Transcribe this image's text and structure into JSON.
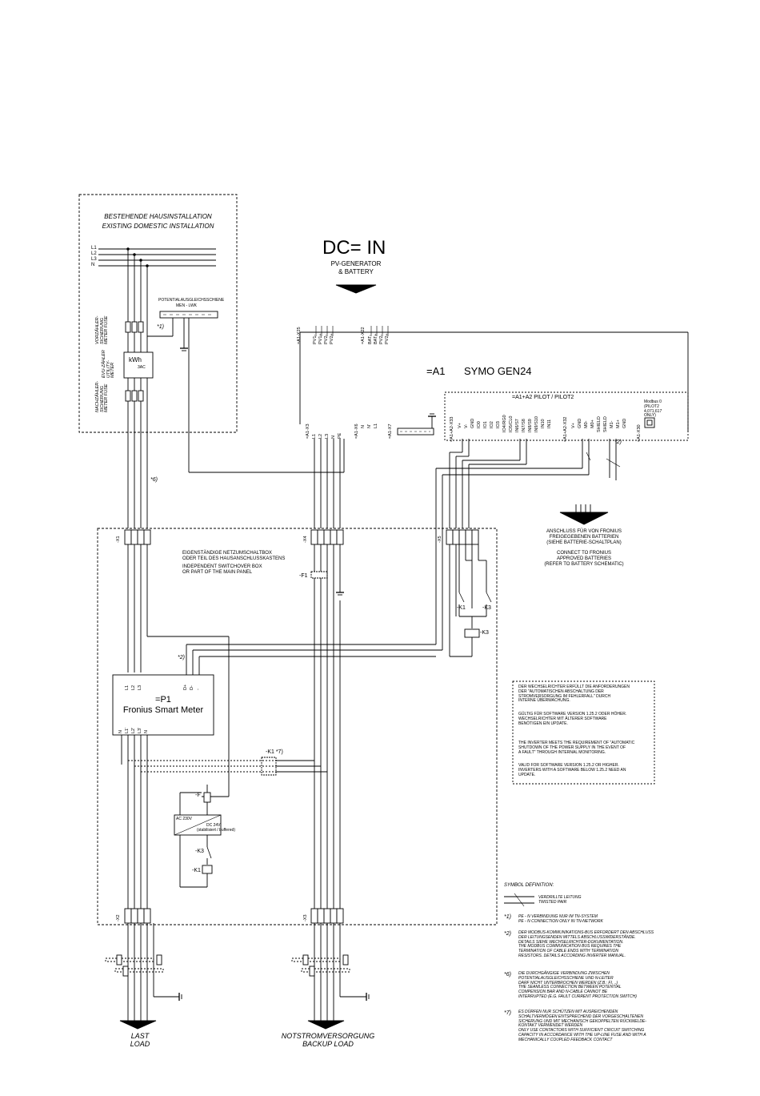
{
  "domestic": {
    "title_de": "BESTEHENDE HAUSINSTALLATION",
    "title_en": "EXISTING DOMESTIC INSTALLATION",
    "phases": [
      "L1",
      "L2",
      "L3",
      "N"
    ],
    "pe_bar_de": "POTENTIALAUSGLEICHSSCHIENE",
    "pe_bar_en": "MEN - LWK",
    "fuse1": "VORZÄHLER-SICHERUNG METER FUSE",
    "meter_label": "EVU-ZÄHLER UTILITY-METER",
    "kwh": "kWh",
    "kwh_sub": "3AC",
    "fuse2": "NACHZÄHLER-SICHERUNG METER FUSE",
    "note1": "*1)",
    "note6": "*6)"
  },
  "dc_in": {
    "title": "DC= IN",
    "sub1": "PV-GENERATOR",
    "sub2": "& BATTERY"
  },
  "inverter": {
    "id": "=A1",
    "name": "SYMO GEN24",
    "pilot": "=A1+A2  PILOT  /  PILOT2",
    "pv_tag": "=A1-X25",
    "pv_terms": [
      "PV1-",
      "PV1+",
      "PV2-",
      "PV2+"
    ],
    "bat_tag": "=A1-X22",
    "bat_terms": [
      "BAT-",
      "BAT+",
      "PV2-",
      "PV2+"
    ],
    "ac_tag": "=A1-X3",
    "ac_terms": [
      "L1",
      "L2",
      "L3",
      "N",
      "PE"
    ],
    "x6_tag": "=A1-X6",
    "x6_terms": [
      "N",
      "N'",
      "L1"
    ],
    "x7_tag": "=A1-X7",
    "io_tag": "=A1+A2-X33",
    "io_terms": [
      "V+",
      "V-",
      "GND",
      "IO0",
      "IO1",
      "IO2",
      "IO3",
      "IO4/RG0",
      "IO5/CL0",
      "IN6/S7",
      "IN7/S8",
      "IN8/S9",
      "IN9/S10",
      "IN10",
      "IN11"
    ],
    "mb_tag": "=A1+A2-X32",
    "mb_terms": [
      "V+",
      "GND",
      "M0-",
      "M0+",
      "SHIELD",
      "SHIELD",
      "M1-",
      "M1+",
      "GND"
    ],
    "x30_tag": "=A1-X30",
    "modbus_box": "Modbus 0\n(PILOT2\n4,071,617\nONLY)",
    "note2": "*2)"
  },
  "battery_note": {
    "de": "ANSCHLUSS FÜR VON FRONIUS\nFREIGEGEBENEN BATTERIEN\n(SIEHE BATTERIE-SCHALTPLAN)",
    "en": "CONNECT TO FRONIUS\nAPPROVED BATTERIES\n(REFER TO BATTERY SCHEMATIC)"
  },
  "switchbox": {
    "de": "EIGENSTÄNDIGE NETZUMSCHALTBOX\nODER TEIL DES HAUSANSCHLUSSKASTENS",
    "en": "INDEPENDENT SWITCHOVER BOX\nOR PART OF THE MAIN PANEL",
    "x1": "-X1",
    "x4": "-X4",
    "x5": "-X5",
    "x2": "-X2",
    "x3": "-X3",
    "f1": "-F1",
    "k1": "-K1",
    "k3": "-K3",
    "k1_main": "-K1  *7)",
    "f_small": "-F",
    "k3_small": "-K3",
    "k1_small": "-K1",
    "ac230": "AC 230V",
    "dc24": "DC 24V",
    "dc24_sub": "(stabilisiert / buffered)",
    "note2": "*2)"
  },
  "meter": {
    "id": "=P1",
    "name": "Fronius Smart Meter",
    "top_terms": [
      "L1",
      "L2",
      "L3",
      "D+",
      "D-",
      "-"
    ],
    "bottom_terms": [
      "N",
      "L1'",
      "L2'",
      "L3'",
      "N"
    ]
  },
  "inverter_note": {
    "de1": "DER WECHSELRICHTER ERFÜLLT DIE ANFORDERUNGEN\nDER \"AUTOMATISCHEN ABSCHALTUNG DER\nSTROMVERSORGUNG IM FEHLERFALL\" DURCH\nINTERNE ÜBERWACHUNG.",
    "de2": "GÜLTIG FÜR SOFTWARE VERSION 1.25.2 ODER HÖHER.\nWECHSELRICHTER MIT ÄLTERER SOFTWARE\nBENÖTIGEN EIN UPDATE.",
    "en1": "THE INVERTER MEETS THE REQUIREMENT OF \"AUTOMATIC\nSHUTDOWN OF THE POWER SUPPLY IN THE EVENT OF\nA FAULT\" THROUGH INTERNAL MONITORING.",
    "en2": "VALID FOR SOFTWARE VERSION 1.25.2 OR HIGHER.\nINVERTERS WITH A SOFTWARE BELOW 1.25.2 NEED AN\nUPDATE."
  },
  "symbols": {
    "title": "SYMBOL DEFINITION:",
    "twisted": "VERDRILLTE LEITUNG\nTWISTED PAIR",
    "n1_key": "*1)",
    "n1": "PE - N VERBINDUNG NUR IM TN-SYSTEM\nPE - N CONNECTION ONLY IN TN-NETWORK",
    "n2_key": "*2)",
    "n2": "DER MODBUS-KOMMUNIKATIONS-BUS ERFORDERT DEN ABSCHLUSS\nDER LEITUNGSENDEN MITTELS ABSCHLUSSWIDERSTÄNDE.\nDETAILS SIEHE WECHSELRICHTER-DOKUMENTATION.\nTHE MODBUS COMMUNICATION BUS REQUIRES THE\nTERMINATION OF CABLE ENDS WITH TERMINATION\nRESISTORS. DETAILS ACCORDING INVERTER MANUAL.",
    "n6_key": "*6)",
    "n6": "DIE DURCHGÄNGIGE VERBINDUNG ZWISCHEN\nPOTENTIALAUSGLEICHSSCHIENE UND N-LEITER\nDARF NICHT UNTERBROCHEN WERDEN (Z.B.: FI, ..)\nTHE SEAMLESS CONNECTION BETWEEN POTENTIAL\nCOMPENSION BAR AND N-CABLE CANNOT BE\nINTERRUPTED (E.G. FAULT CURRENT PROTECTION SWITCH)",
    "n7_key": "*7)",
    "n7": "ES DÜRFEN NUR SCHÜTZEN MIT AUSREICHENDEN\nSCHALTVERMÖGEN ENTSPRECHEND DER VORGESCHALTENEN\nSICHERUNG UND MIT MECHANISCH GEKOPPELTEN RÜCKMELDE-\nKONTAKT VERWENDET WERDEN\nONLY USE CONTACTORS WITH SUFFICIENT CIRCUIT SWITCHING\nCAPACITY IN ACCORDANCE WITH THE UP-LINE FUSE AND WITH A\nMECHANICALLY COUPLED FEEDBACK CONTACT"
  },
  "outputs": {
    "last_de": "LAST",
    "last_en": "LOAD",
    "backup_de": "NOTSTROMVERSORGUNG",
    "backup_en": "BACKUP LOAD"
  }
}
